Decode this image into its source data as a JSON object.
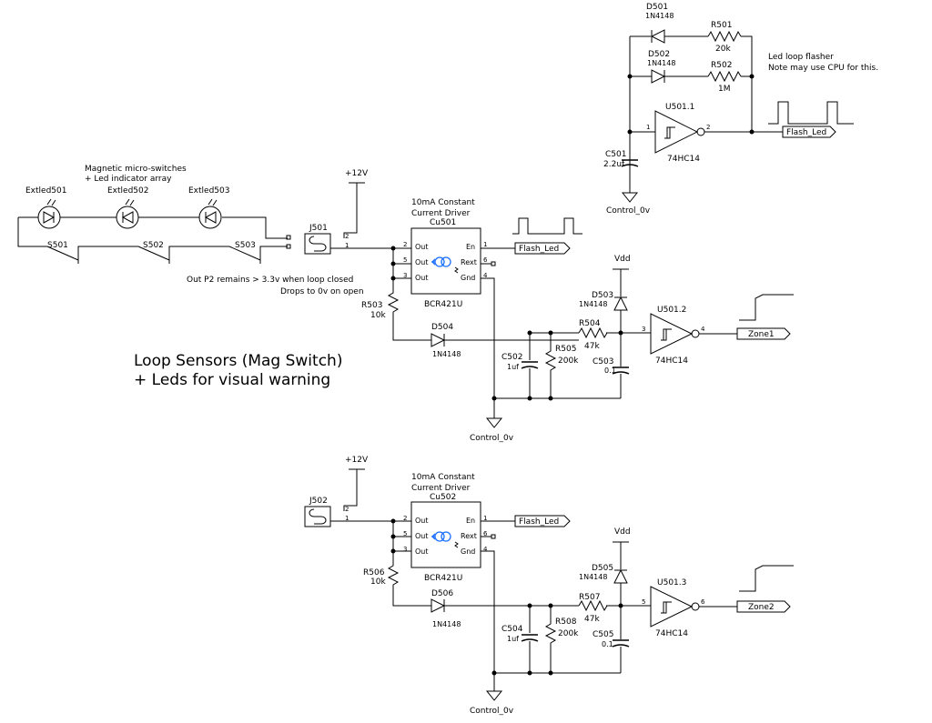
{
  "loop_sensors": {
    "title_line1": "Loop Sensors (Mag Switch)",
    "title_line2": "+ Leds for visual warning",
    "note_line1": "Magnetic micro-switches",
    "note_line2": "+ Led indicator array",
    "leds": [
      "Extled501",
      "Extled502",
      "Extled503"
    ],
    "switches": [
      "S501",
      "S502",
      "S503"
    ],
    "out_note_line1": "Out P2 remains > 3.3v when loop closed",
    "out_note_line2": "Drops to 0v on open"
  },
  "flasher": {
    "note_line1": "Led loop flasher",
    "note_line2": "Note may use CPU for this.",
    "d501": "D501",
    "d501_part": "1N4148",
    "r501": "R501",
    "r501_val": "20k",
    "d502": "D502",
    "d502_part": "1N4148",
    "r502": "R502",
    "r502_val": "1M",
    "u501_1": "U501.1",
    "u501_1_part": "74HC14",
    "c501": "C501",
    "c501_val": "2.2uf",
    "pin_in": "1",
    "pin_out": "2",
    "ground": "Control_0v",
    "net_out": "Flash_Led"
  },
  "channel1": {
    "supply": "+12V",
    "connector": "J501",
    "pin2": "2",
    "pin1": "1",
    "driver_title_line1": "10mA Constant",
    "driver_title_line2": "Current Driver",
    "driver_ref": "Cu501",
    "driver_part": "BCR421U",
    "driver_pins_left": [
      "Out",
      "Out",
      "Out"
    ],
    "driver_pins_right": [
      "En",
      "Rext",
      "Gnd"
    ],
    "pin_nums_left": [
      "2",
      "5",
      "3"
    ],
    "pin_nums_right": [
      "1",
      "6",
      "4"
    ],
    "flash_net": "Flash_Led",
    "r503": "R503",
    "r503_val": "10k",
    "d504": "D504",
    "d504_part": "1N4148",
    "c502": "C502",
    "c502_val": "1uf",
    "r505": "R505",
    "r505_val": "200k",
    "r504": "R504",
    "r504_val": "47k",
    "c503": "C503",
    "c503_val": "0.1",
    "vdd": "Vdd",
    "d503": "D503",
    "d503_part": "1N4148",
    "u501_2": "U501.2",
    "u501_2_part": "74HC14",
    "gate_pin_in": "3",
    "gate_pin_out": "4",
    "out_net": "Zone1",
    "ground": "Control_0v"
  },
  "channel2": {
    "supply": "+12V",
    "connector": "J502",
    "pin2": "2",
    "pin1": "1",
    "driver_title_line1": "10mA Constant",
    "driver_title_line2": "Current Driver",
    "driver_ref": "Cu502",
    "driver_part": "BCR421U",
    "driver_pins_left": [
      "Out",
      "Out",
      "Out"
    ],
    "driver_pins_right": [
      "En",
      "Rext",
      "Gnd"
    ],
    "pin_nums_left": [
      "2",
      "5",
      "3"
    ],
    "pin_nums_right": [
      "1",
      "6",
      "4"
    ],
    "flash_net": "Flash_Led",
    "r506": "R506",
    "r506_val": "10k",
    "d506": "D506",
    "d506_part": "1N4148",
    "c504": "C504",
    "c504_val": "1uf",
    "r508": "R508",
    "r508_val": "200k",
    "r507": "R507",
    "r507_val": "47k",
    "c505": "C505",
    "c505_val": "0.1",
    "vdd": "Vdd",
    "d505": "D505",
    "d505_part": "1N4148",
    "u501_3": "U501.3",
    "u501_3_part": "74HC14",
    "gate_pin_in": "5",
    "gate_pin_out": "6",
    "out_net": "Zone2",
    "ground": "Control_0v"
  }
}
